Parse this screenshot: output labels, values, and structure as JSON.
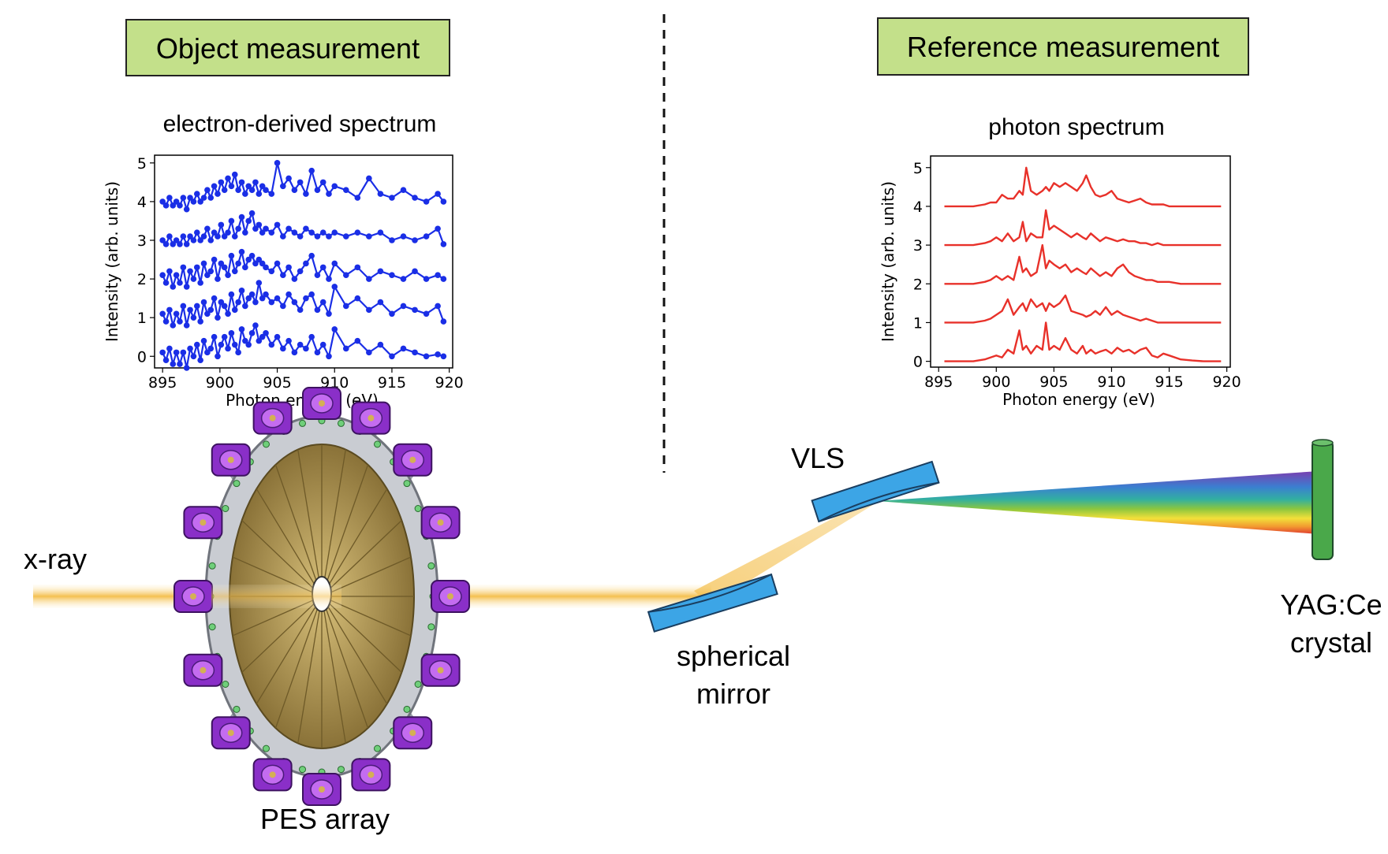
{
  "labels": {
    "object_title": "Object measurement",
    "reference_title": "Reference measurement",
    "xray": "x-ray",
    "pes_array": "PES array",
    "vls": "VLS",
    "spherical_line1": "spherical",
    "spherical_line2": "mirror",
    "yag_line1": "YAG:Ce",
    "yag_line2": "crystal"
  },
  "colors": {
    "title_box_fill": "#c3e08a",
    "electron_series": "#1a2ee6",
    "photon_series": "#e8312a",
    "beam": "#f4c050",
    "mirror": "#3ca5e6",
    "detector": "#4aa84a",
    "pes_gold": "#9c8444",
    "pes_purple": "#8a2fc8"
  },
  "chart_data": [
    {
      "type": "line",
      "title": "electron-derived spectrum",
      "xlabel": "Photon energy (eV)",
      "ylabel": "Intensity (arb. units)",
      "xlim": [
        894.3,
        920.3
      ],
      "ylim": [
        -0.3,
        5.2
      ],
      "xticks": [
        895,
        900,
        905,
        910,
        915,
        920
      ],
      "yticks": [
        0,
        1,
        2,
        3,
        4,
        5
      ],
      "markers": true,
      "grid": false,
      "x": [
        895.0,
        895.3,
        895.6,
        895.9,
        896.2,
        896.5,
        896.8,
        897.1,
        897.4,
        897.7,
        898.0,
        898.3,
        898.6,
        898.9,
        899.2,
        899.5,
        899.8,
        900.1,
        900.4,
        900.7,
        901.0,
        901.3,
        901.6,
        901.9,
        902.2,
        902.5,
        902.8,
        903.1,
        903.4,
        903.7,
        904.0,
        904.5,
        905.0,
        905.5,
        906.0,
        906.5,
        907.0,
        907.5,
        908.0,
        908.5,
        909.0,
        909.5,
        910.0,
        911.0,
        912.0,
        913.0,
        914.0,
        915.0,
        916.0,
        917.0,
        918.0,
        919.0,
        919.5
      ],
      "series": [
        {
          "values": [
            0.1,
            -0.1,
            0.2,
            -0.2,
            0.1,
            -0.2,
            0.1,
            -0.3,
            0.2,
            0.0,
            0.3,
            -0.1,
            0.4,
            0.1,
            0.2,
            0.5,
            0.0,
            0.3,
            0.5,
            0.2,
            0.6,
            0.3,
            0.1,
            0.7,
            0.4,
            0.3,
            0.6,
            0.8,
            0.4,
            0.5,
            0.6,
            0.3,
            0.5,
            0.2,
            0.4,
            0.1,
            0.3,
            0.2,
            0.5,
            0.1,
            0.3,
            0.0,
            0.7,
            0.2,
            0.4,
            0.1,
            0.3,
            0.0,
            0.2,
            0.1,
            0.0,
            0.05,
            0.0
          ]
        },
        {
          "values": [
            1.1,
            0.9,
            1.2,
            0.8,
            1.1,
            0.9,
            1.3,
            0.8,
            1.2,
            1.0,
            1.3,
            0.9,
            1.4,
            1.1,
            1.2,
            1.5,
            1.0,
            1.4,
            1.3,
            1.1,
            1.6,
            1.2,
            1.4,
            1.7,
            1.3,
            1.5,
            1.6,
            1.4,
            1.9,
            1.5,
            1.6,
            1.4,
            1.5,
            1.3,
            1.6,
            1.4,
            1.2,
            1.5,
            1.6,
            1.2,
            1.4,
            1.1,
            1.8,
            1.3,
            1.5,
            1.2,
            1.4,
            1.1,
            1.3,
            1.2,
            1.1,
            1.3,
            0.9
          ]
        },
        {
          "values": [
            2.1,
            1.9,
            2.2,
            1.8,
            2.1,
            1.9,
            2.3,
            1.8,
            2.2,
            2.0,
            2.3,
            1.9,
            2.4,
            2.1,
            2.2,
            2.5,
            2.0,
            2.4,
            2.3,
            2.1,
            2.6,
            2.2,
            2.4,
            2.7,
            2.3,
            2.5,
            2.6,
            2.4,
            2.5,
            2.4,
            2.3,
            2.2,
            2.4,
            2.1,
            2.3,
            2.0,
            2.2,
            2.4,
            2.6,
            2.1,
            2.3,
            2.0,
            2.4,
            2.1,
            2.3,
            2.0,
            2.2,
            2.1,
            2.0,
            2.2,
            2.0,
            2.1,
            2.0
          ]
        },
        {
          "values": [
            3.0,
            2.9,
            3.1,
            2.9,
            3.0,
            2.9,
            3.1,
            2.9,
            3.1,
            3.0,
            3.2,
            3.0,
            3.1,
            3.3,
            3.0,
            3.2,
            3.1,
            3.4,
            3.1,
            3.2,
            3.5,
            3.1,
            3.3,
            3.6,
            3.2,
            3.5,
            3.7,
            3.3,
            3.4,
            3.2,
            3.3,
            3.2,
            3.4,
            3.1,
            3.3,
            3.2,
            3.1,
            3.3,
            3.2,
            3.1,
            3.2,
            3.1,
            3.2,
            3.1,
            3.2,
            3.1,
            3.2,
            3.0,
            3.1,
            3.0,
            3.1,
            3.3,
            2.9
          ]
        },
        {
          "values": [
            4.0,
            3.9,
            4.1,
            3.9,
            4.0,
            3.9,
            4.1,
            3.8,
            4.1,
            4.0,
            4.2,
            4.0,
            4.1,
            4.3,
            4.1,
            4.4,
            4.2,
            4.5,
            4.3,
            4.6,
            4.4,
            4.7,
            4.3,
            4.5,
            4.2,
            4.4,
            4.3,
            4.5,
            4.2,
            4.4,
            4.3,
            4.2,
            5.0,
            4.4,
            4.6,
            4.3,
            4.5,
            4.2,
            4.8,
            4.3,
            4.5,
            4.2,
            4.4,
            4.3,
            4.1,
            4.6,
            4.2,
            4.1,
            4.3,
            4.1,
            4.0,
            4.2,
            4.0
          ]
        }
      ]
    },
    {
      "type": "line",
      "title": "photon spectrum",
      "xlabel": "Photon energy (eV)",
      "ylabel": "Intensity (arb. units)",
      "xlim": [
        894.3,
        920.3
      ],
      "ylim": [
        -0.15,
        5.3
      ],
      "xticks": [
        895,
        900,
        905,
        910,
        915,
        920
      ],
      "yticks": [
        0,
        1,
        2,
        3,
        4,
        5
      ],
      "markers": false,
      "grid": false,
      "x": [
        895.5,
        898.0,
        899.0,
        899.5,
        900.0,
        900.5,
        901.0,
        901.5,
        902.0,
        902.3,
        902.6,
        903.0,
        903.5,
        904.0,
        904.3,
        904.6,
        905.0,
        905.5,
        906.0,
        906.5,
        907.0,
        907.5,
        907.8,
        908.2,
        908.6,
        909.0,
        909.5,
        910.0,
        910.5,
        911.0,
        911.5,
        912.0,
        912.5,
        913.0,
        913.5,
        914.0,
        914.5,
        915.0,
        916.0,
        917.0,
        918.0,
        919.5
      ],
      "series": [
        {
          "values": [
            0.0,
            0.0,
            0.05,
            0.1,
            0.15,
            0.1,
            0.3,
            0.2,
            0.8,
            0.3,
            0.4,
            0.2,
            0.4,
            0.3,
            1.0,
            0.3,
            0.4,
            0.3,
            0.6,
            0.3,
            0.2,
            0.4,
            0.2,
            0.3,
            0.2,
            0.25,
            0.3,
            0.2,
            0.35,
            0.25,
            0.3,
            0.2,
            0.3,
            0.35,
            0.15,
            0.1,
            0.2,
            0.15,
            0.05,
            0.02,
            0.0,
            0.0
          ]
        },
        {
          "values": [
            1.0,
            1.0,
            1.05,
            1.1,
            1.2,
            1.3,
            1.6,
            1.2,
            1.4,
            1.5,
            1.3,
            1.6,
            1.4,
            1.5,
            1.3,
            1.5,
            1.4,
            1.5,
            1.7,
            1.3,
            1.25,
            1.2,
            1.15,
            1.2,
            1.3,
            1.2,
            1.4,
            1.2,
            1.3,
            1.2,
            1.15,
            1.1,
            1.05,
            1.1,
            1.05,
            1.0,
            1.0,
            1.0,
            1.0,
            1.0,
            1.0,
            1.0
          ]
        },
        {
          "values": [
            2.0,
            2.0,
            2.05,
            2.1,
            2.2,
            2.1,
            2.2,
            2.1,
            2.7,
            2.3,
            2.4,
            2.2,
            2.3,
            3.0,
            2.4,
            2.6,
            2.5,
            2.4,
            2.5,
            2.3,
            2.4,
            2.3,
            2.25,
            2.4,
            2.3,
            2.2,
            2.3,
            2.2,
            2.4,
            2.5,
            2.3,
            2.2,
            2.15,
            2.1,
            2.1,
            2.05,
            2.05,
            2.05,
            2.0,
            2.0,
            2.0,
            2.0
          ]
        },
        {
          "values": [
            3.0,
            3.0,
            3.05,
            3.1,
            3.2,
            3.1,
            3.3,
            3.1,
            3.2,
            3.6,
            3.1,
            3.3,
            3.2,
            3.2,
            3.9,
            3.4,
            3.5,
            3.4,
            3.3,
            3.2,
            3.3,
            3.2,
            3.15,
            3.3,
            3.2,
            3.1,
            3.2,
            3.15,
            3.1,
            3.15,
            3.1,
            3.1,
            3.05,
            3.05,
            3.0,
            3.05,
            3.0,
            3.0,
            3.0,
            3.0,
            3.0,
            3.0
          ]
        },
        {
          "values": [
            4.0,
            4.0,
            4.05,
            4.1,
            4.1,
            4.3,
            4.2,
            4.2,
            4.4,
            4.3,
            5.0,
            4.4,
            4.3,
            4.4,
            4.5,
            4.4,
            4.6,
            4.5,
            4.6,
            4.5,
            4.4,
            4.6,
            4.8,
            4.5,
            4.3,
            4.25,
            4.3,
            4.4,
            4.2,
            4.15,
            4.1,
            4.15,
            4.2,
            4.1,
            4.05,
            4.05,
            4.05,
            4.0,
            4.0,
            4.0,
            4.0,
            4.0
          ]
        }
      ]
    }
  ]
}
